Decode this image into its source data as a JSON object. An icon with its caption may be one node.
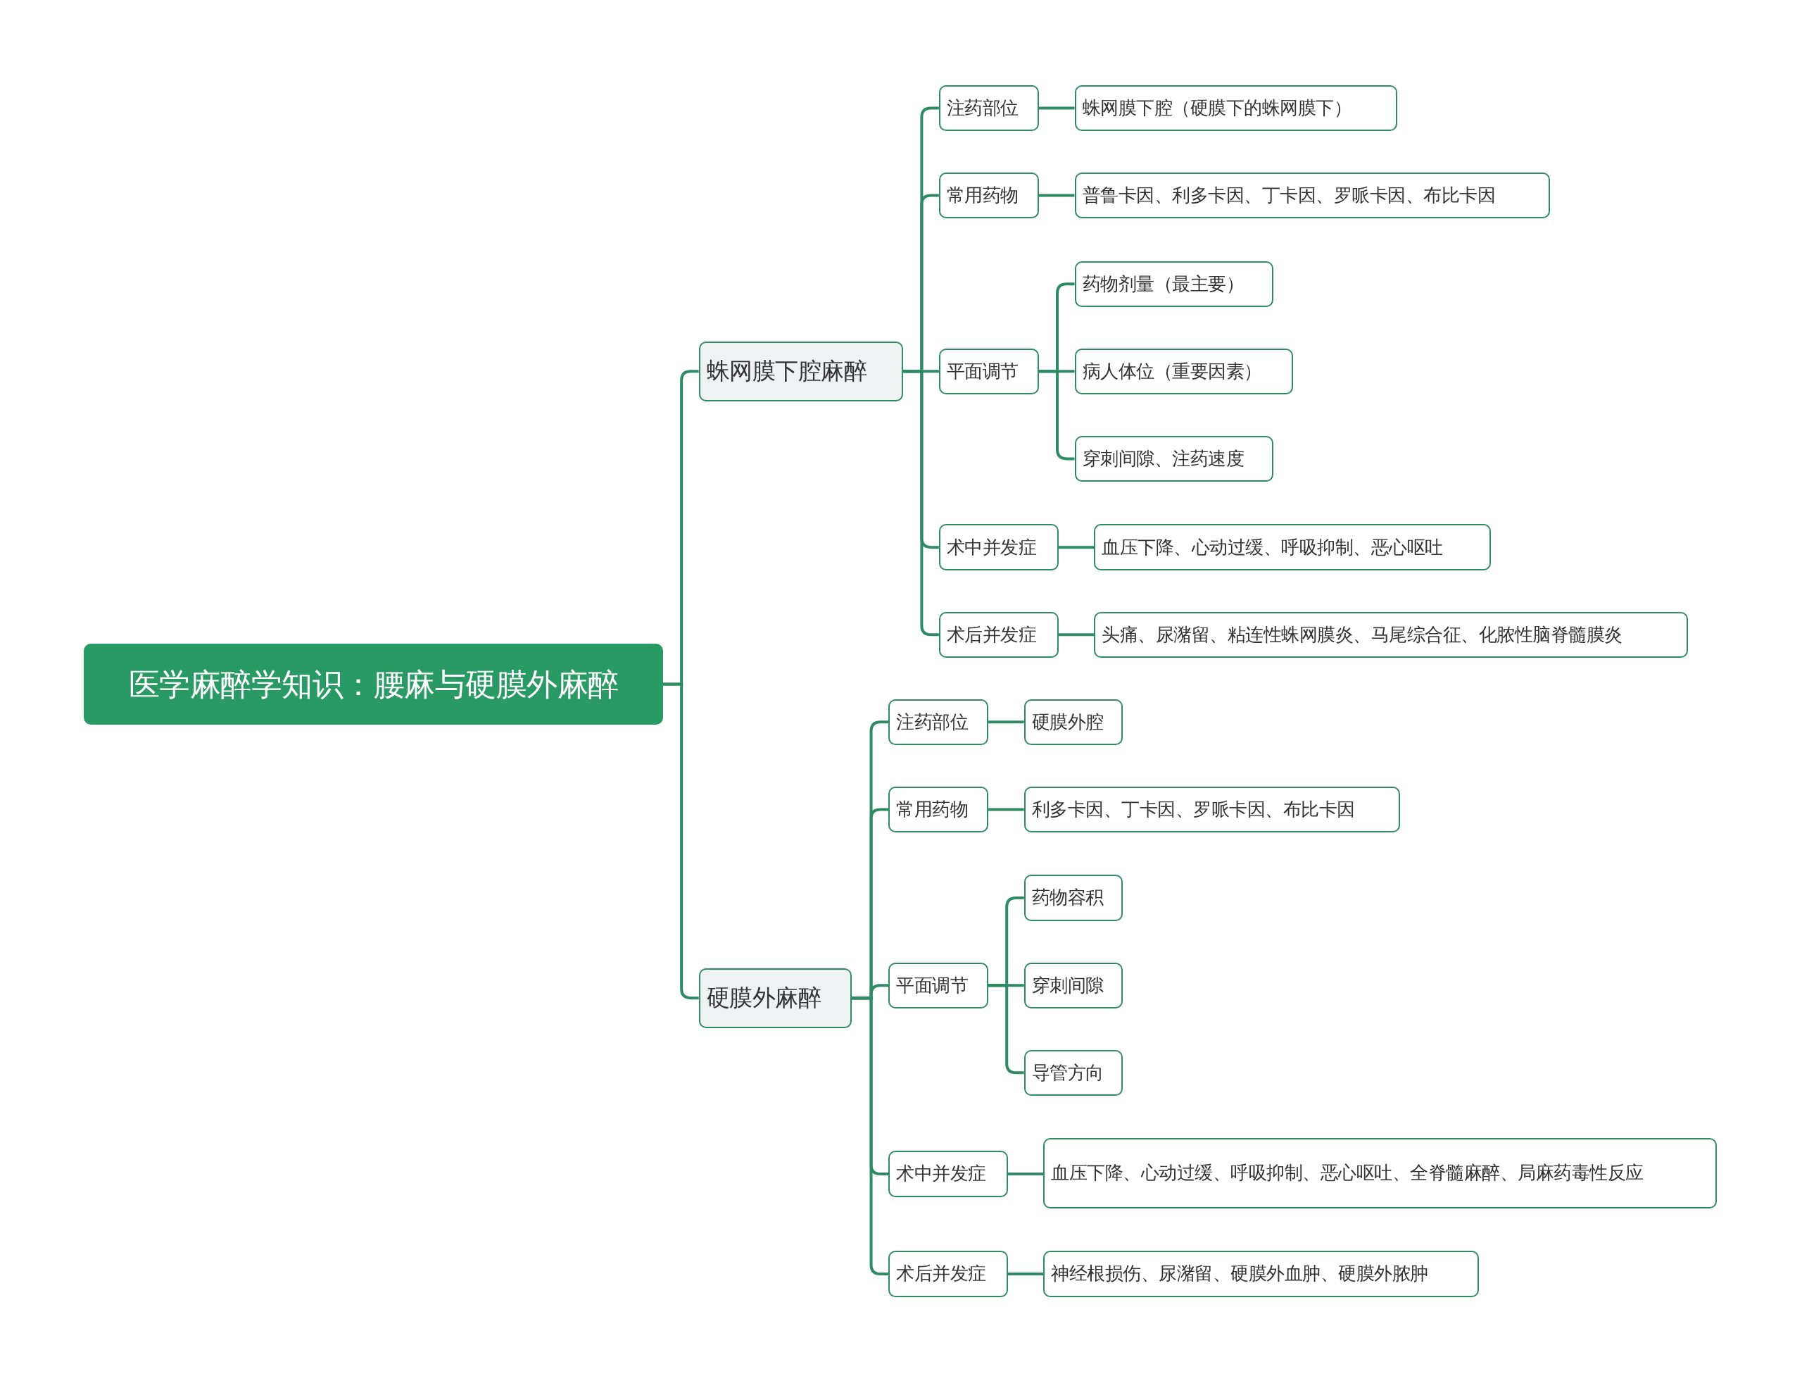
{
  "diagram": {
    "nodes": [
      {
        "text": [
          "医学麻醉学知识：腰麻与硬膜外麻醉"
        ]
      },
      {
        "text": [
          "蛛网膜下腔麻醉"
        ]
      },
      {
        "text": [
          "注药部位"
        ]
      },
      {
        "text": [
          "蛛网膜下腔（硬膜下的蛛网膜下）"
        ]
      },
      {
        "text": [
          "常用药物"
        ]
      },
      {
        "text": [
          "普鲁卡因、利多卡因、丁卡因、罗哌卡因、布比卡因"
        ]
      },
      {
        "text": [
          "平面调节"
        ]
      },
      {
        "text": [
          "药物剂量（最主要）"
        ]
      },
      {
        "text": [
          "病人体位（重要因素）"
        ]
      },
      {
        "text": [
          "穿刺间隙、注药速度"
        ]
      },
      {
        "text": [
          "术中并发症"
        ]
      },
      {
        "text": [
          "血压下降、心动过缓、呼吸抑制、恶心呕吐"
        ]
      },
      {
        "text": [
          "术后并发症"
        ]
      },
      {
        "text": [
          "头痛、尿潴留、粘连性蛛网膜炎、马尾综合征、化脓性脑脊髓膜炎"
        ]
      },
      {
        "text": [
          "硬膜外麻醉"
        ]
      },
      {
        "text": [
          "注药部位"
        ]
      },
      {
        "text": [
          "硬膜外腔"
        ]
      },
      {
        "text": [
          "常用药物"
        ]
      },
      {
        "text": [
          "利多卡因、丁卡因、罗哌卡因、布比卡因"
        ]
      },
      {
        "text": [
          "平面调节"
        ]
      },
      {
        "text": [
          "药物容积"
        ]
      },
      {
        "text": [
          "穿刺间隙"
        ]
      },
      {
        "text": [
          "导管方向"
        ]
      },
      {
        "text": [
          "术中并发症"
        ]
      },
      {
        "text": [
          "血压下降、心动过缓、呼吸抑制、恶心呕吐、全脊髓麻醉、局麻药毒性反应"
        ]
      },
      {
        "text": [
          "术后并发症"
        ]
      },
      {
        "text": [
          "神经根损伤、尿潴留、硬膜外血肿、硬膜外脓肿"
        ]
      }
    ],
    "edges": [
      {
        "from": 0,
        "to": 1,
        "arrow": "none"
      },
      {
        "from": 0,
        "to": 14,
        "arrow": "none"
      },
      {
        "from": 1,
        "to": 2,
        "arrow": "none"
      },
      {
        "from": 1,
        "to": 4,
        "arrow": "none"
      },
      {
        "from": 1,
        "to": 6,
        "arrow": "none"
      },
      {
        "from": 1,
        "to": 10,
        "arrow": "none"
      },
      {
        "from": 1,
        "to": 12,
        "arrow": "none"
      },
      {
        "from": 2,
        "to": 3,
        "arrow": "none"
      },
      {
        "from": 4,
        "to": 5,
        "arrow": "none"
      },
      {
        "from": 6,
        "to": 7,
        "arrow": "none"
      },
      {
        "from": 6,
        "to": 8,
        "arrow": "none"
      },
      {
        "from": 6,
        "to": 9,
        "arrow": "none"
      },
      {
        "from": 10,
        "to": 11,
        "arrow": "none"
      },
      {
        "from": 12,
        "to": 13,
        "arrow": "none"
      },
      {
        "from": 14,
        "to": 15,
        "arrow": "none"
      },
      {
        "from": 14,
        "to": 17,
        "arrow": "none"
      },
      {
        "from": 14,
        "to": 19,
        "arrow": "none"
      },
      {
        "from": 14,
        "to": 23,
        "arrow": "none"
      },
      {
        "from": 14,
        "to": 25,
        "arrow": "none"
      },
      {
        "from": 15,
        "to": 16,
        "arrow": "none"
      },
      {
        "from": 17,
        "to": 18,
        "arrow": "none"
      },
      {
        "from": 19,
        "to": 20,
        "arrow": "none"
      },
      {
        "from": 19,
        "to": 21,
        "arrow": "none"
      },
      {
        "from": 19,
        "to": 22,
        "arrow": "none"
      },
      {
        "from": 23,
        "to": 24,
        "arrow": "none"
      },
      {
        "from": 25,
        "to": 26,
        "arrow": "none"
      }
    ]
  }
}
